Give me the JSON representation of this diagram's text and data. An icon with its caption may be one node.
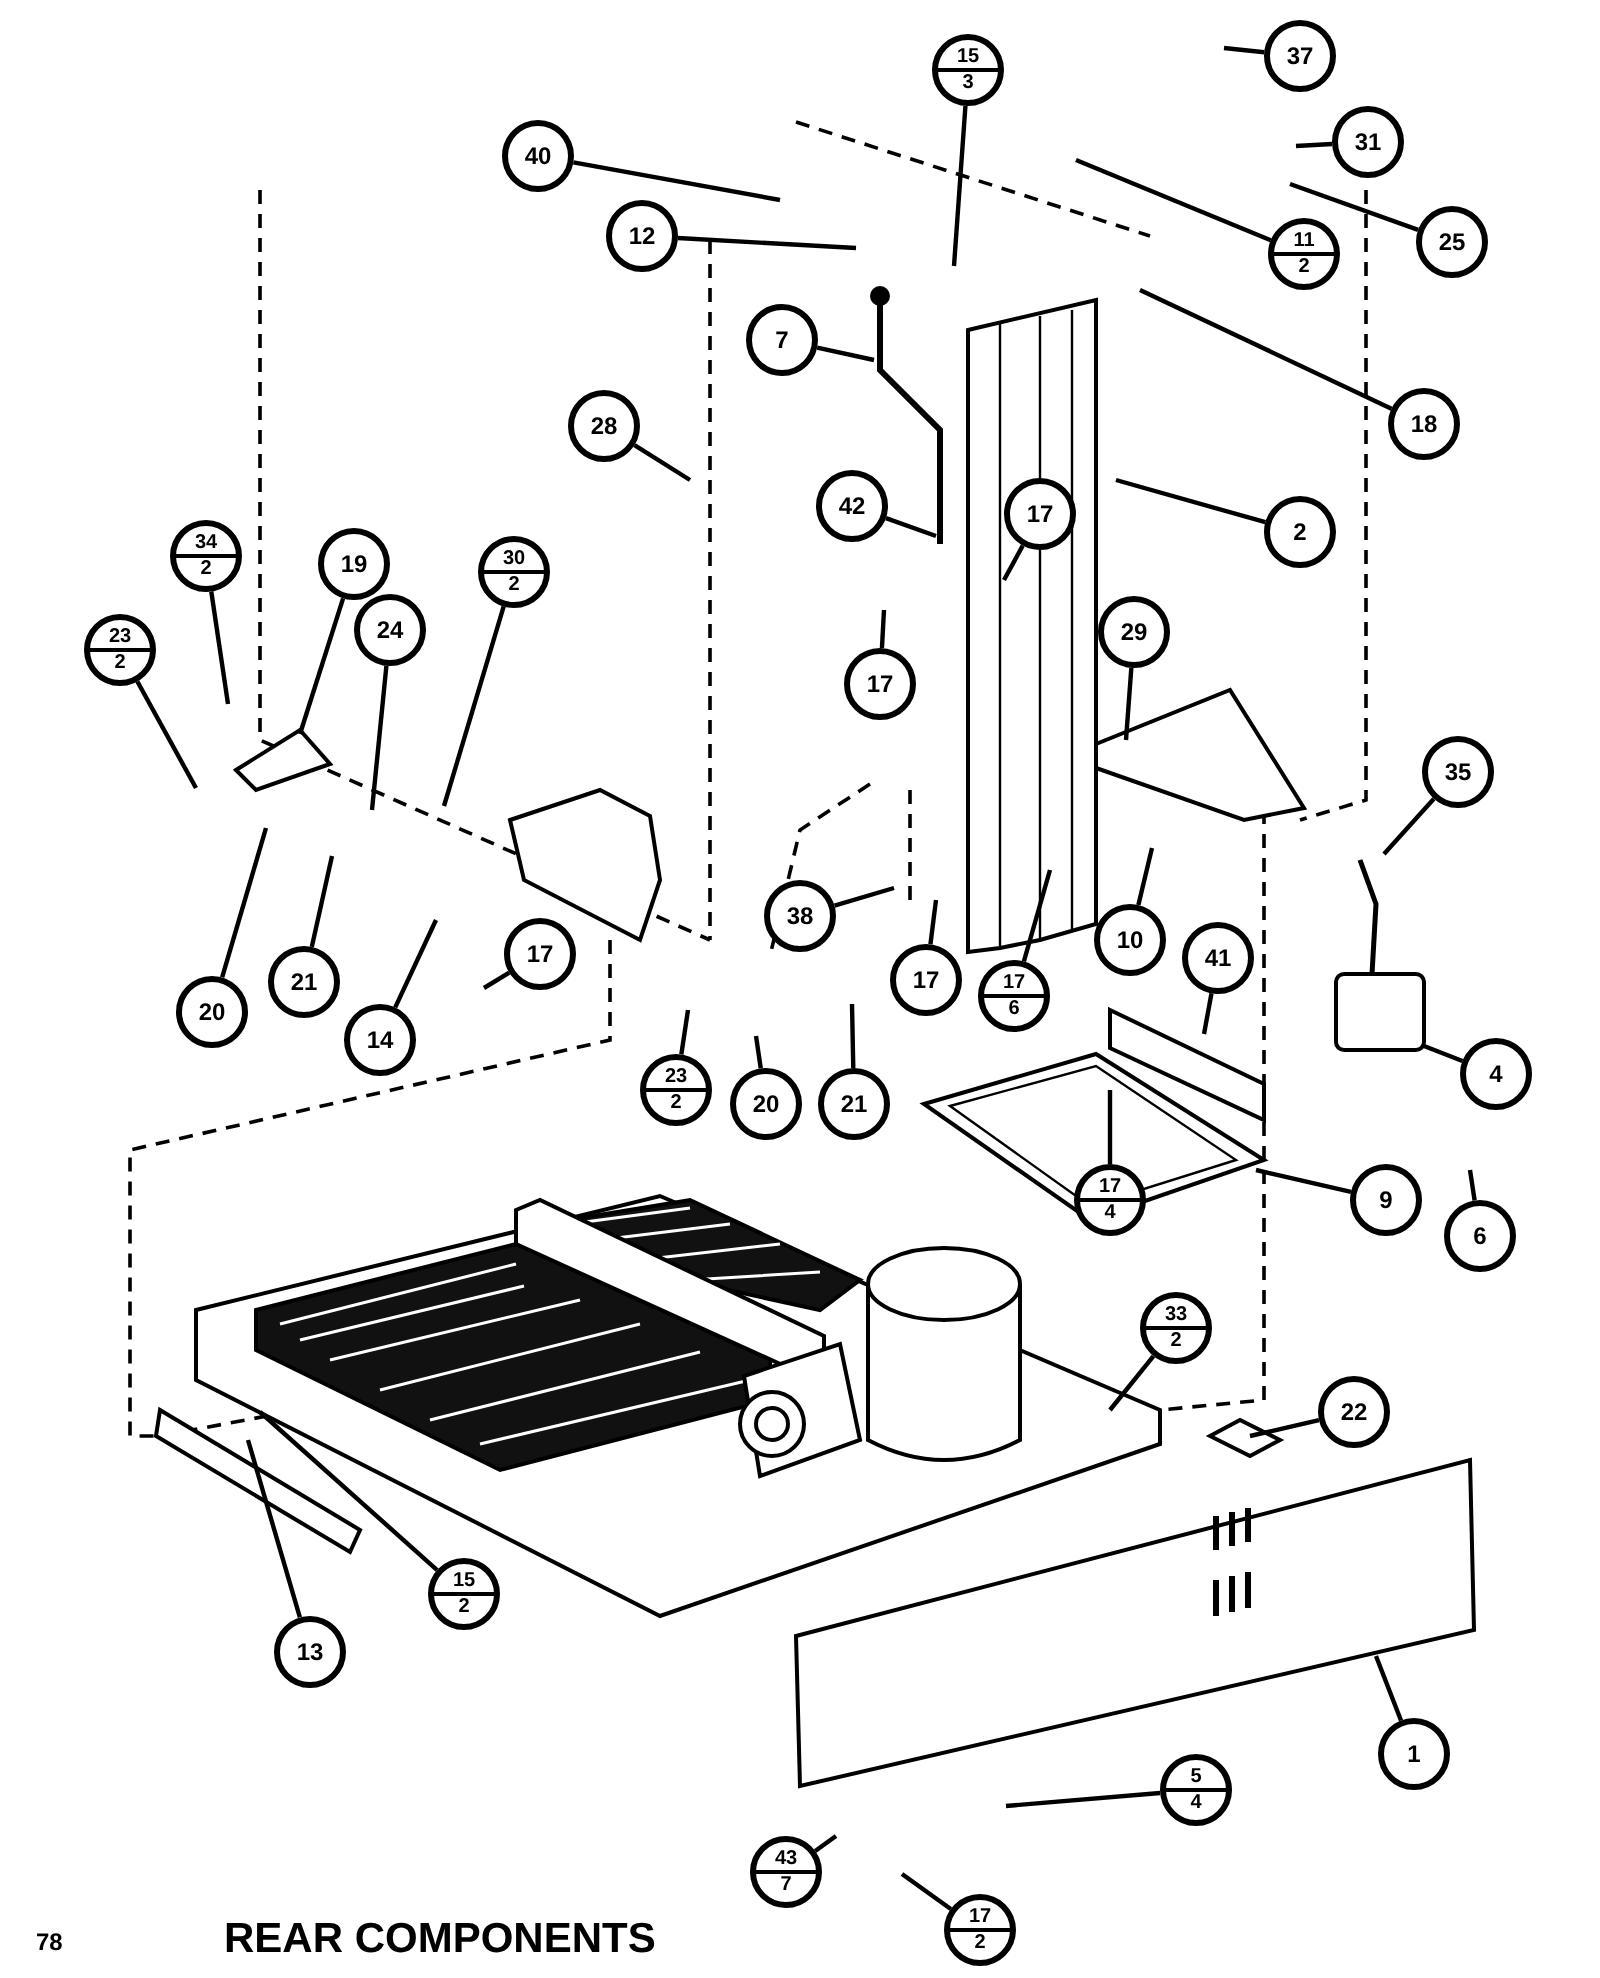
{
  "diagram": {
    "title": "REAR COMPONENTS",
    "nodes": [
      {
        "text": [
          "37"
        ]
      },
      {
        "text": [
          "15",
          "3"
        ]
      },
      {
        "text": [
          "40"
        ]
      },
      {
        "text": [
          "31"
        ]
      },
      {
        "text": [
          "12"
        ]
      },
      {
        "text": [
          "11",
          "2"
        ]
      },
      {
        "text": [
          "25"
        ]
      },
      {
        "text": [
          "7"
        ]
      },
      {
        "text": [
          "18"
        ]
      },
      {
        "text": [
          "28"
        ]
      },
      {
        "text": [
          "42"
        ]
      },
      {
        "text": [
          "17"
        ]
      },
      {
        "text": [
          "2"
        ]
      },
      {
        "text": [
          "34",
          "2"
        ]
      },
      {
        "text": [
          "19"
        ]
      },
      {
        "text": [
          "30",
          "2"
        ]
      },
      {
        "text": [
          "24"
        ]
      },
      {
        "text": [
          "23",
          "2"
        ]
      },
      {
        "text": [
          "29"
        ]
      },
      {
        "text": [
          "17"
        ]
      },
      {
        "text": [
          "35"
        ]
      },
      {
        "text": [
          "38"
        ]
      },
      {
        "text": [
          "17"
        ]
      },
      {
        "text": [
          "17",
          "6"
        ]
      },
      {
        "text": [
          "10"
        ]
      },
      {
        "text": [
          "20"
        ]
      },
      {
        "text": [
          "21"
        ]
      },
      {
        "text": [
          "14"
        ]
      },
      {
        "text": [
          "17"
        ]
      },
      {
        "text": [
          "41"
        ]
      },
      {
        "text": [
          "4"
        ]
      },
      {
        "text": [
          "23",
          "2"
        ]
      },
      {
        "text": [
          "20"
        ]
      },
      {
        "text": [
          "21"
        ]
      },
      {
        "text": [
          "9"
        ]
      },
      {
        "text": [
          "17",
          "4"
        ]
      },
      {
        "text": [
          "6"
        ]
      },
      {
        "text": [
          "33",
          "2"
        ]
      },
      {
        "text": [
          "22"
        ]
      },
      {
        "text": [
          "13"
        ]
      },
      {
        "text": [
          "15",
          "2"
        ]
      },
      {
        "text": [
          "1"
        ]
      },
      {
        "text": [
          "5",
          "4"
        ]
      },
      {
        "text": [
          "43",
          "7"
        ]
      },
      {
        "text": [
          "17",
          "2"
        ]
      }
    ],
    "edges": [
      {
        "from": 0,
        "to": null,
        "arrow": "none"
      },
      {
        "from": 1,
        "to": null,
        "arrow": "none"
      },
      {
        "from": 2,
        "to": null,
        "arrow": "none"
      },
      {
        "from": 3,
        "to": null,
        "arrow": "none"
      },
      {
        "from": 4,
        "to": null,
        "arrow": "none"
      },
      {
        "from": 5,
        "to": null,
        "arrow": "none"
      },
      {
        "from": 6,
        "to": null,
        "arrow": "none"
      },
      {
        "from": 7,
        "to": null,
        "arrow": "none"
      },
      {
        "from": 8,
        "to": null,
        "arrow": "none"
      },
      {
        "from": 9,
        "to": null,
        "arrow": "none"
      },
      {
        "from": 10,
        "to": null,
        "arrow": "none"
      },
      {
        "from": 11,
        "to": null,
        "arrow": "none"
      },
      {
        "from": 12,
        "to": null,
        "arrow": "none"
      },
      {
        "from": 13,
        "to": null,
        "arrow": "none"
      },
      {
        "from": 14,
        "to": null,
        "arrow": "none"
      },
      {
        "from": 15,
        "to": null,
        "arrow": "none"
      },
      {
        "from": 16,
        "to": null,
        "arrow": "none"
      },
      {
        "from": 17,
        "to": null,
        "arrow": "none"
      },
      {
        "from": 18,
        "to": null,
        "arrow": "none"
      },
      {
        "from": 19,
        "to": null,
        "arrow": "none"
      },
      {
        "from": 20,
        "to": null,
        "arrow": "none"
      },
      {
        "from": 21,
        "to": null,
        "arrow": "none"
      },
      {
        "from": 22,
        "to": null,
        "arrow": "none"
      },
      {
        "from": 23,
        "to": null,
        "arrow": "none"
      },
      {
        "from": 24,
        "to": null,
        "arrow": "none"
      },
      {
        "from": 25,
        "to": null,
        "arrow": "none"
      },
      {
        "from": 26,
        "to": null,
        "arrow": "none"
      },
      {
        "from": 27,
        "to": null,
        "arrow": "none"
      },
      {
        "from": 28,
        "to": null,
        "arrow": "none"
      },
      {
        "from": 29,
        "to": null,
        "arrow": "none"
      },
      {
        "from": 30,
        "to": null,
        "arrow": "none"
      },
      {
        "from": 31,
        "to": null,
        "arrow": "none"
      },
      {
        "from": 32,
        "to": null,
        "arrow": "none"
      },
      {
        "from": 33,
        "to": null,
        "arrow": "none"
      },
      {
        "from": 34,
        "to": null,
        "arrow": "none"
      },
      {
        "from": 35,
        "to": null,
        "arrow": "none"
      },
      {
        "from": 36,
        "to": null,
        "arrow": "none"
      },
      {
        "from": 37,
        "to": null,
        "arrow": "none"
      },
      {
        "from": 38,
        "to": null,
        "arrow": "none"
      },
      {
        "from": 39,
        "to": null,
        "arrow": "none"
      },
      {
        "from": 40,
        "to": null,
        "arrow": "none"
      },
      {
        "from": 41,
        "to": null,
        "arrow": "none"
      },
      {
        "from": 42,
        "to": null,
        "arrow": "none"
      },
      {
        "from": 43,
        "to": null,
        "arrow": "none"
      },
      {
        "from": 44,
        "to": null,
        "arrow": "none"
      }
    ],
    "labels": [
      "78"
    ]
  }
}
